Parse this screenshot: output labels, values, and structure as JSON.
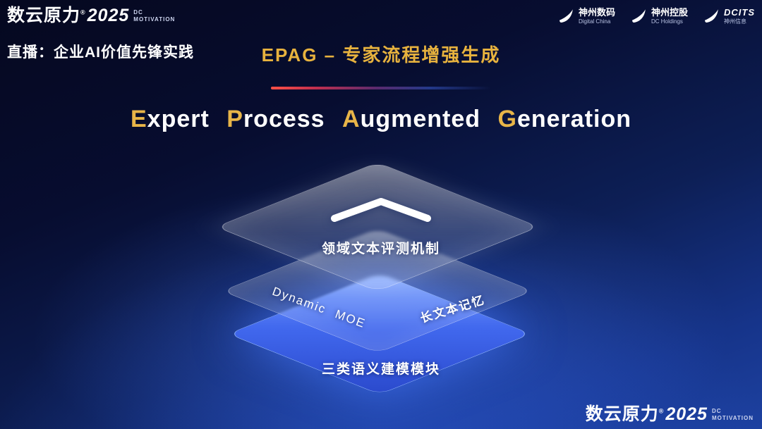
{
  "brand": {
    "cn": "数云原力",
    "reg": "®",
    "year": "2025",
    "sub_top": "DC",
    "sub_bottom": "MOTIVATION"
  },
  "header": {
    "live_label": "直播：企业AI价值先锋实践",
    "slide_title": "EPAG – 专家流程增强生成",
    "partners": [
      {
        "top": "神州数码",
        "bottom": "Digital China"
      },
      {
        "top": "神州控股",
        "bottom": "DC Holdings"
      },
      {
        "top": "DCITS",
        "bottom": "神州信息"
      }
    ]
  },
  "main": {
    "title": [
      {
        "lead": "E",
        "rest": "xpert"
      },
      {
        "lead": "P",
        "rest": "rocess"
      },
      {
        "lead": "A",
        "rest": "ugmented"
      },
      {
        "lead": "G",
        "rest": "eneration"
      }
    ],
    "layers": {
      "top": "领域文本评测机制",
      "middle_left": "Dynamic MOE",
      "middle_right": "长文本记忆",
      "bottom": "三类语义建模模块"
    }
  },
  "colors": {
    "accent_gold": "#e8b548",
    "layer_blue": "#3e63e8",
    "divider_red": "#ff5147"
  }
}
